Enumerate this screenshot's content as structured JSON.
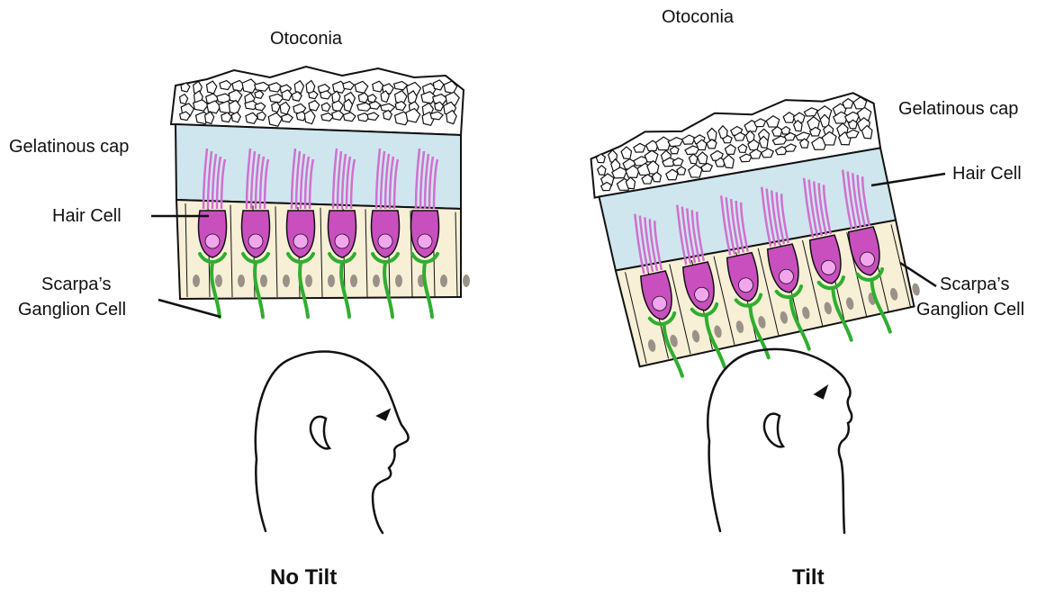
{
  "left_panel": {
    "otoconia_label": "Otoconia",
    "gelatinous_cap_label": "Gelatinous cap",
    "hair_cell_label": "Hair Cell",
    "ganglion_label_line1": "Scarpa’s",
    "ganglion_label_line2": "Ganglion Cell",
    "caption": "No Tilt"
  },
  "right_panel": {
    "otoconia_label": "Otoconia",
    "gelatinous_cap_label": "Gelatinous cap",
    "hair_cell_label": "Hair Cell",
    "ganglion_label_line1": "Scarpa’s",
    "ganglion_label_line2": "Ganglion Cell",
    "caption": "Tilt"
  },
  "colors": {
    "otoconia_fill": "#ffffff",
    "gelatinous_cap": "#cfe6ee",
    "support_tissue": "#f7efd6",
    "hair_cell": "#c94fbf",
    "nucleus": "#f2a6ee",
    "stereocilia": "#d070d0",
    "nerve": "#2fae2f",
    "support_nucleus": "#9a9288",
    "outline": "#111111"
  }
}
